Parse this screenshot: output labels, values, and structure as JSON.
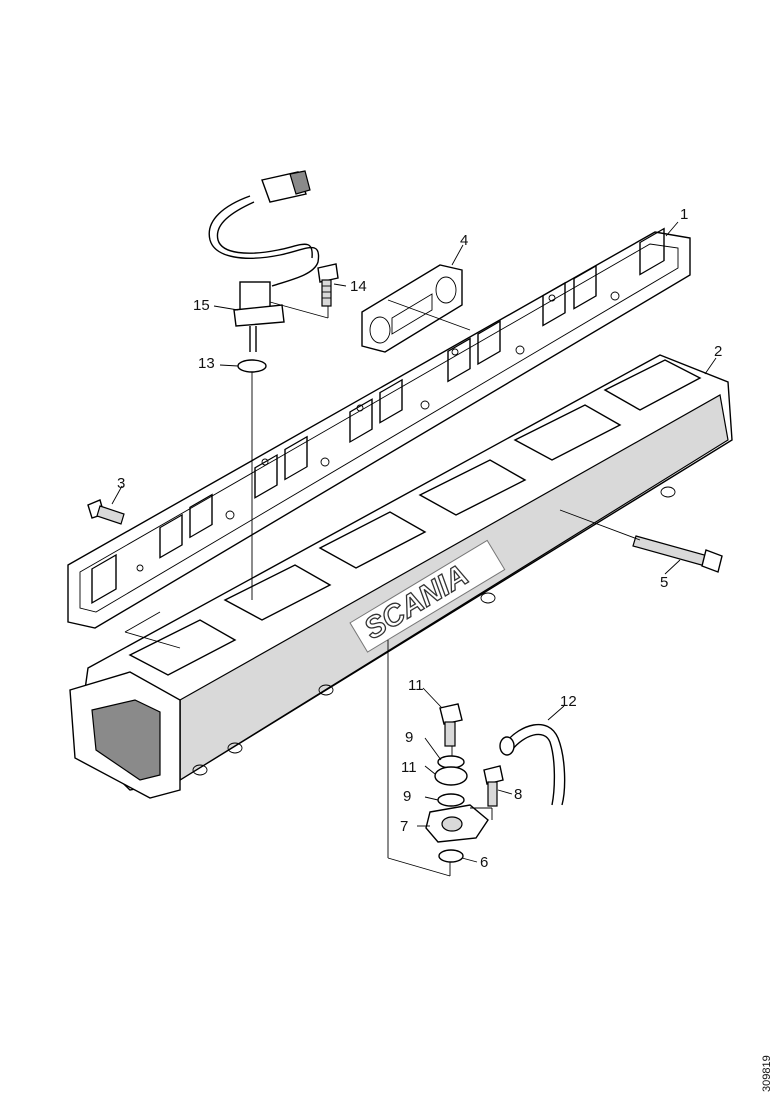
{
  "brand": "SCANIA",
  "reference_number": "309819",
  "callouts": [
    "1",
    "2",
    "3",
    "4",
    "5",
    "6",
    "7",
    "8",
    "9",
    "9",
    "11",
    "11",
    "12",
    "13",
    "14",
    "15"
  ],
  "colors": {
    "line": "#000000",
    "shade": "#d9d9d9",
    "dark": "#8a8a8a",
    "background": "#ffffff"
  }
}
